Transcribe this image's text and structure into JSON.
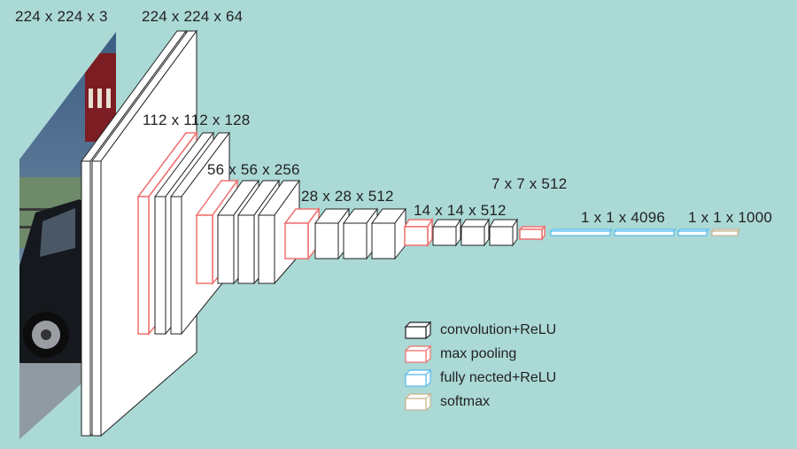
{
  "layer_labels": {
    "input": "224 x 224 x 3",
    "conv1": "224 x 224 x 64",
    "conv2": "112 x 112 x 128",
    "conv3": "56 x 56 x 256",
    "conv4": "28 x 28 x 512",
    "conv5": "14 x 14 x 512",
    "pool5": "7 x 7 x 512",
    "fc": "1 x 1 x 4096",
    "softmax": "1 x 1 x 1000"
  },
  "legend": [
    {
      "label": "convolution+ReLU",
      "color": "#222222"
    },
    {
      "label": "max pooling",
      "color": "#f07070"
    },
    {
      "label": "fully nected+ReLU",
      "color": "#55bbee"
    },
    {
      "label": "softmax",
      "color": "#c9b28c"
    }
  ],
  "input_image": {
    "subject": "car-photo"
  },
  "colors": {
    "background": "#abd9d6",
    "conv": "#222222",
    "pool": "#f07070",
    "fc": "#55bbee",
    "softmax": "#c9b28c"
  }
}
